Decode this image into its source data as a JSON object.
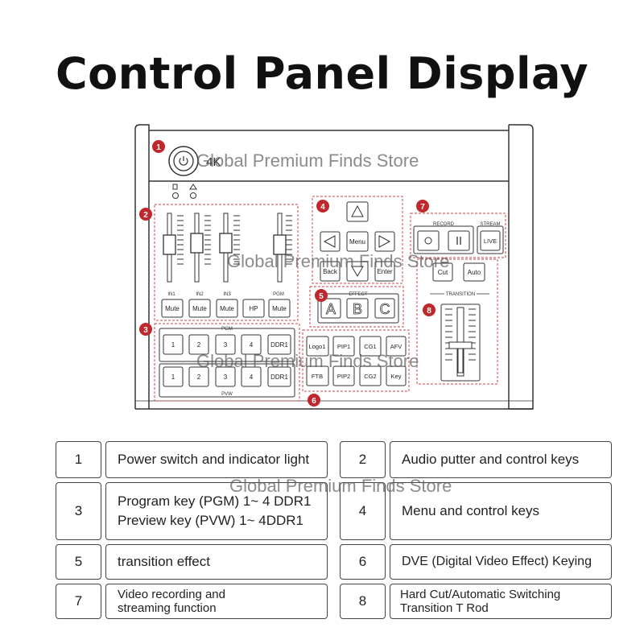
{
  "title": "Control Panel Display",
  "watermark": "Global Premium Finds Store",
  "device": {
    "badges": [
      "1",
      "2",
      "3",
      "4",
      "5",
      "6",
      "7",
      "8"
    ],
    "brand": "4K",
    "faders": {
      "labels": [
        "IN1",
        "IN2",
        "IN3",
        "PGM"
      ],
      "buttons": [
        "Mute",
        "Mute",
        "Mute",
        "HP",
        "Mute"
      ]
    },
    "menu": {
      "menu": "Menu",
      "back": "Back",
      "enter": "Enter"
    },
    "effect": {
      "label": "EFFECT",
      "buttons": [
        "A",
        "B",
        "C"
      ]
    },
    "pgm": {
      "label": "PGM",
      "buttons": [
        "1",
        "2",
        "3",
        "4",
        "DDR1"
      ]
    },
    "pvw": {
      "label": "PVW",
      "buttons": [
        "1",
        "2",
        "3",
        "4",
        "DDR1"
      ]
    },
    "dve": {
      "row1": [
        "Logo1",
        "PIP1",
        "CG1",
        "AFV"
      ],
      "row2": [
        "FTB",
        "PIP2",
        "CG2",
        "Key"
      ]
    },
    "record": {
      "label": "RECORD",
      "stream_label": "STREAM",
      "live": "LIVE"
    },
    "transition": {
      "cut": "Cut",
      "auto": "Auto",
      "label": "TRANSITION"
    }
  },
  "legend": [
    {
      "num": "1",
      "text": "Power switch and indicator light"
    },
    {
      "num": "2",
      "text": "Audio putter and control keys"
    },
    {
      "num": "3",
      "line1": "Program key (PGM) 1~ 4 DDR1",
      "line2": "Preview key (PVW) 1~ 4DDR1"
    },
    {
      "num": "4",
      "text": "Menu and control keys"
    },
    {
      "num": "5",
      "text": "transition effect"
    },
    {
      "num": "6",
      "text": "DVE (Digital Video Effect) Keying"
    },
    {
      "num": "7",
      "line1": "Video recording and",
      "line2": "streaming function"
    },
    {
      "num": "8",
      "line1": "Hard Cut/Automatic Switching",
      "line2": "Transition T Rod"
    }
  ]
}
